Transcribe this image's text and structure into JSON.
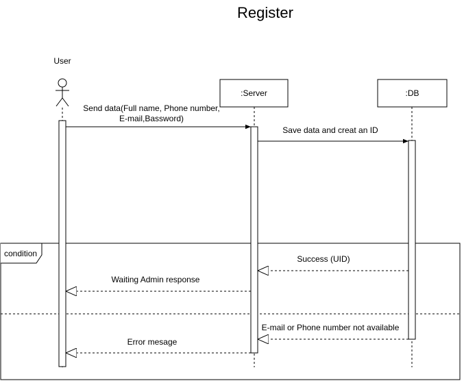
{
  "title": "Register",
  "participants": {
    "user": "User",
    "server": ":Server",
    "db": ":DB"
  },
  "frame": {
    "label": "condition"
  },
  "messages": {
    "send_data_line1": "Send data(Full name, Phone number,",
    "send_data_line2": "E-mail,Bassword)",
    "save_data": "Save data and creat an ID",
    "success": "Success (UID)",
    "waiting": "Waiting Admin response",
    "not_available": "E-mail or Phone number not available",
    "error": "Error mesage"
  }
}
